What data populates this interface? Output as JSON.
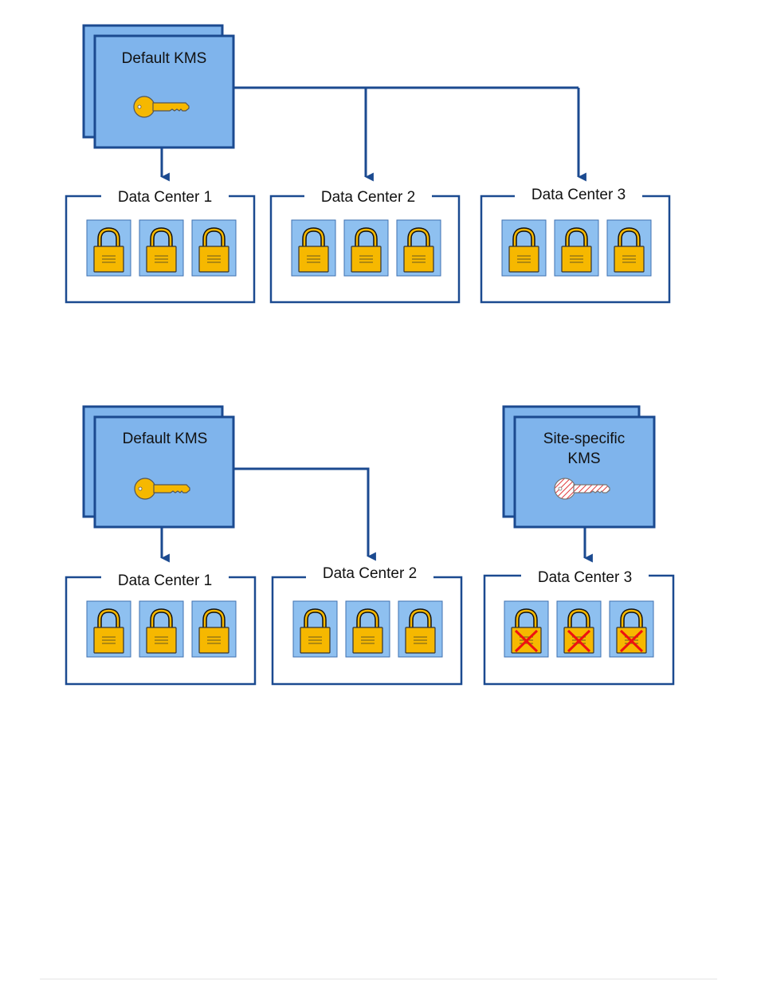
{
  "colors": {
    "kms_fill": "#7fb4ec",
    "line": "#1b4a90",
    "lock_fill": "#f6b800",
    "lock_tile": "#8ec0f0",
    "key_yellow": "#f6b800",
    "key_hatched": "#e0383c",
    "cross": "#ee1111"
  },
  "diagram_top": {
    "kms": {
      "label": "Default KMS",
      "icon": "key-icon"
    },
    "data_centers": [
      {
        "label": "Data Center 1",
        "locks": 3,
        "locked_out": false
      },
      {
        "label": "Data Center 2",
        "locks": 3,
        "locked_out": false
      },
      {
        "label": "Data Center 3",
        "locks": 3,
        "locked_out": false
      }
    ]
  },
  "diagram_bottom": {
    "default_kms": {
      "label": "Default KMS",
      "icon": "key-icon"
    },
    "site_kms": {
      "label_line1": "Site-specific",
      "label_line2": "KMS",
      "icon": "hatched-key-icon"
    },
    "data_centers": [
      {
        "label": "Data Center 1",
        "locks": 3,
        "locked_out": false
      },
      {
        "label": "Data Center 2",
        "locks": 3,
        "locked_out": false
      },
      {
        "label": "Data Center 3",
        "locks": 3,
        "locked_out": true
      }
    ]
  }
}
